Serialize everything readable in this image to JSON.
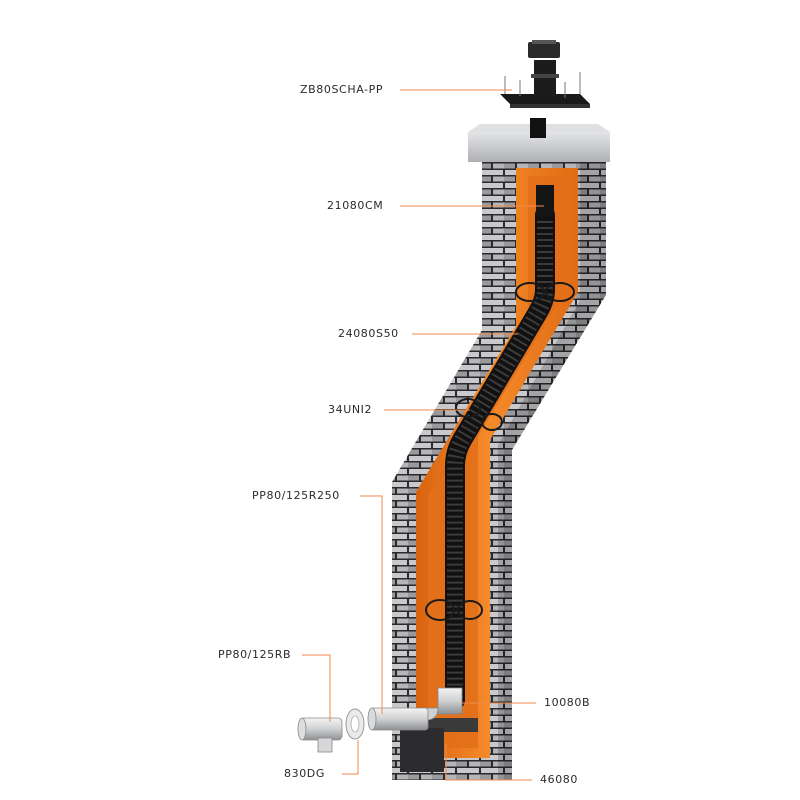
{
  "labels": {
    "cap": "ZB80SCHA-PP",
    "top_fitting": "21080CM",
    "flex_pipe": "24080S50",
    "spacer": "34UNI2",
    "horizontal_pipe": "PP80/125R250",
    "wall_pipe": "PP80/125RB",
    "wall_plate": "830DG",
    "elbow": "10080B",
    "base_bracket": "46080"
  },
  "colors": {
    "leader": "#f08a4b",
    "orange_liner": "#f07d1e",
    "orange_dark": "#d9620f",
    "brick_light": "#d3d3d6",
    "brick_dark": "#6e6e72",
    "mortar": "#2a2a2e",
    "flex_pipe": "#1c1c1c",
    "cap_slab": "#c4c6c9"
  }
}
